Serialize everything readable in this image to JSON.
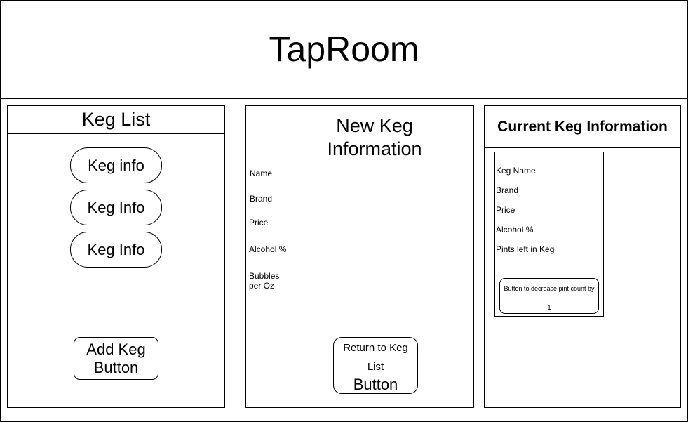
{
  "header": {
    "title": "TapRoom"
  },
  "keg_list": {
    "title": "Keg List",
    "items": [
      "Keg info",
      "Keg Info",
      "Keg Info"
    ],
    "add_button_line1": "Add Keg",
    "add_button_line2": "Button"
  },
  "new_keg": {
    "title_line1": "New Keg",
    "title_line2": "Information",
    "fields": {
      "name": "Name",
      "brand": "Brand",
      "price": "Price",
      "alcohol": "Alcohol %",
      "bubbles": "Bubbles per Oz"
    },
    "return_button_small": "Return to Keg List",
    "return_button_big": "Button"
  },
  "current_keg": {
    "title": "Current Keg Information",
    "fields": {
      "keg_name": "Keg Name",
      "brand": "Brand",
      "price": "Price",
      "alcohol": "Alcohol %",
      "pints": "Pints left in Keg"
    },
    "decrease_button": "Button to decrease pint count by 1"
  }
}
